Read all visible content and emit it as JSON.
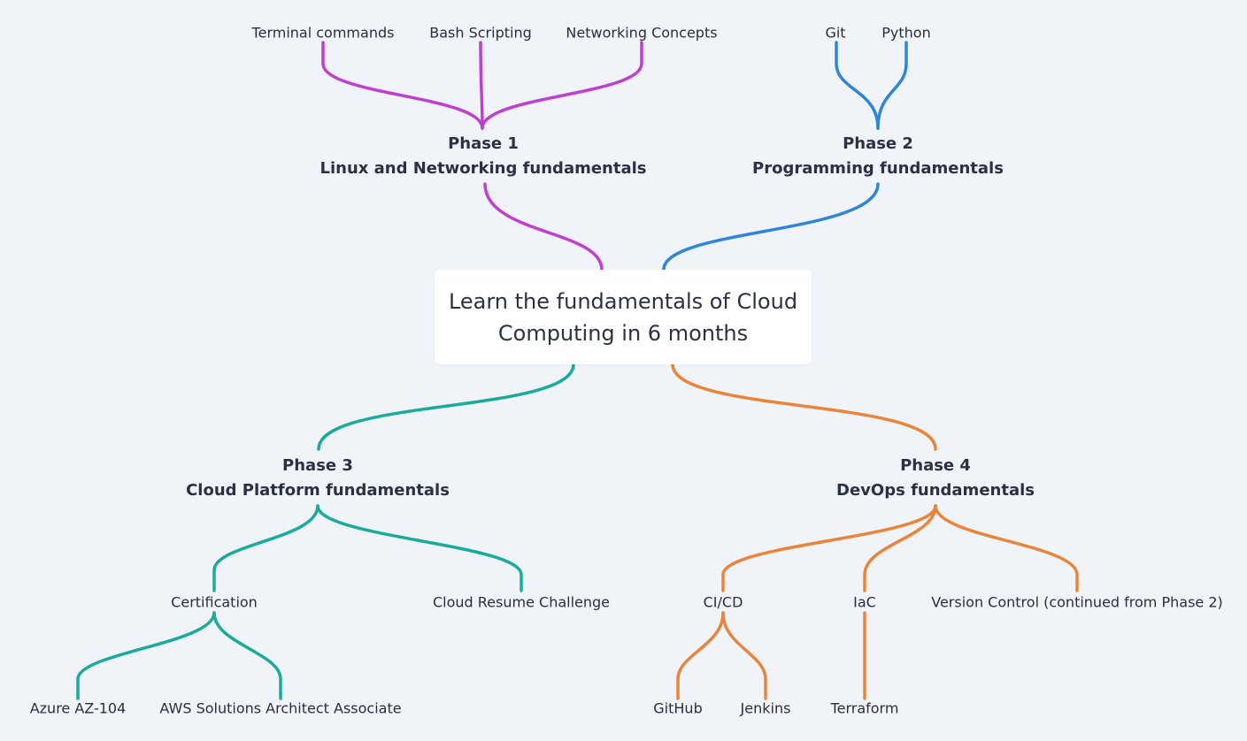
{
  "colors": {
    "phase1": "#bf3fcf",
    "phase2": "#2f86d6",
    "phase3": "#1aab9b",
    "phase4": "#e8853a"
  },
  "root": {
    "label": "Learn the fundamentals of Cloud Computing in 6 months"
  },
  "phase1": {
    "title": "Phase 1",
    "subtitle": "Linux and Networking fundamentals",
    "children": [
      "Terminal commands",
      "Bash Scripting",
      "Networking Concepts"
    ]
  },
  "phase2": {
    "title": "Phase 2",
    "subtitle": "Programming fundamentals",
    "children": [
      "Git",
      "Python"
    ]
  },
  "phase3": {
    "title": "Phase 3",
    "subtitle": "Cloud Platform fundamentals",
    "certification": {
      "label": "Certification",
      "children": [
        "Azure AZ-104",
        "AWS Solutions Architect Associate"
      ]
    },
    "resume": "Cloud Resume Challenge"
  },
  "phase4": {
    "title": "Phase 4",
    "subtitle": "DevOps fundamentals",
    "cicd": {
      "label": "CI/CD",
      "children": [
        "GitHub",
        "Jenkins"
      ]
    },
    "iac": {
      "label": "IaC",
      "children": [
        "Terraform"
      ]
    },
    "version_control": "Version Control (continued from Phase 2)"
  }
}
